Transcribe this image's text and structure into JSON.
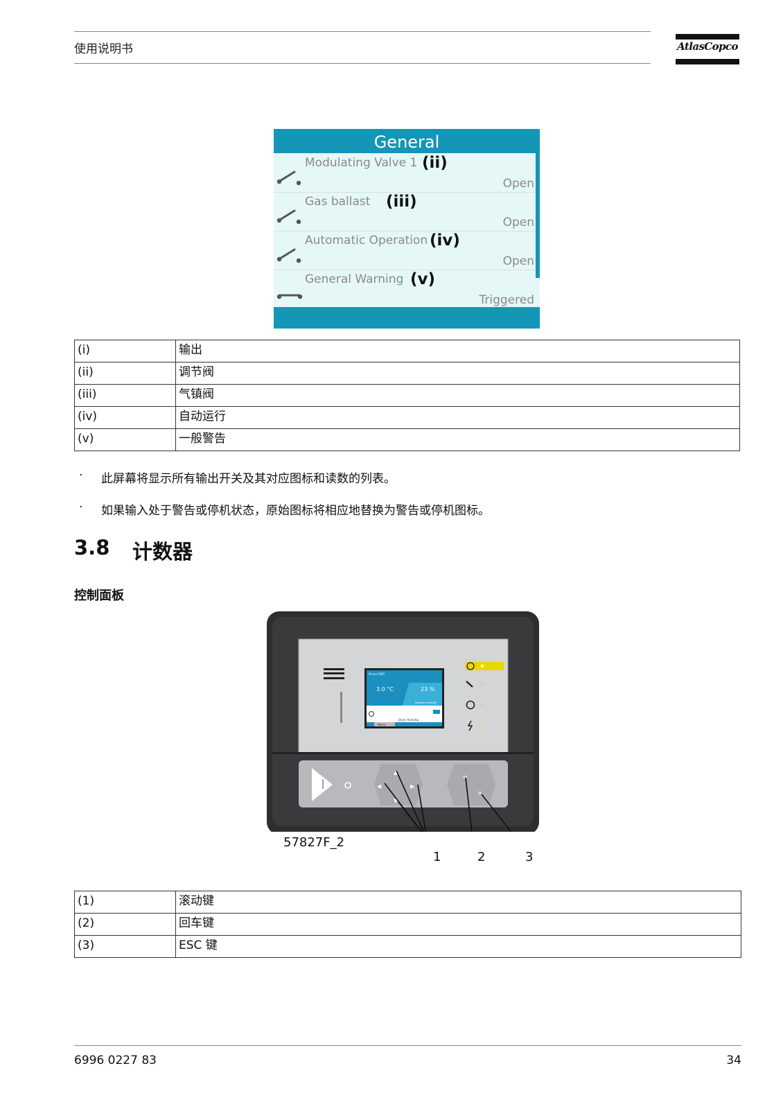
{
  "header": {
    "title": "使用说明书",
    "logo_text": "AtlasCopco"
  },
  "screen": {
    "title": "General",
    "rows": [
      {
        "name": "Modulating Valve 1",
        "marker": "(ii)",
        "value": "Open",
        "icon": "switch-open-icon"
      },
      {
        "name": "Gas ballast",
        "marker": "(iii)",
        "value": "Open",
        "icon": "switch-open-icon"
      },
      {
        "name": "Automatic Operation",
        "marker": "(iv)",
        "value": "Open",
        "icon": "switch-open-icon"
      },
      {
        "name": "General Warning",
        "marker": "(v)",
        "value": "Triggered",
        "icon": "switch-closed-icon"
      }
    ]
  },
  "legend1": [
    {
      "key": "(i)",
      "value": "输出"
    },
    {
      "key": "(ii)",
      "value": "调节阀"
    },
    {
      "key": "(iii)",
      "value": "气镇阀"
    },
    {
      "key": "(iv)",
      "value": "自动运行"
    },
    {
      "key": "(v)",
      "value": "一般警告"
    }
  ],
  "bullets": [
    "此屏幕将显示所有输出开关及其对应图标和读数的列表。",
    "如果输入处于警告或停机状态，原始图标将相应地替换为警告或停机图标。"
  ],
  "bullet_symbol": "·",
  "section": {
    "number": "3.8",
    "title": "计数器"
  },
  "subheading": "控制面板",
  "panel_figure": {
    "code": "57827F_2",
    "callouts": [
      "1",
      "2",
      "3"
    ],
    "device_screen": {
      "header": "Dryer PDP",
      "temp": "3.0 °C",
      "humidity": "23 %",
      "humidity_label": "Relative Humidity",
      "status": "Dryer Running",
      "menu": "Menu"
    }
  },
  "legend2": [
    {
      "key": "(1)",
      "value": "滚动键"
    },
    {
      "key": "(2)",
      "value": "回车键"
    },
    {
      "key": "(3)",
      "value": "ESC 键"
    }
  ],
  "footer": {
    "doc_number": "6996 0227 83",
    "page": "34"
  }
}
